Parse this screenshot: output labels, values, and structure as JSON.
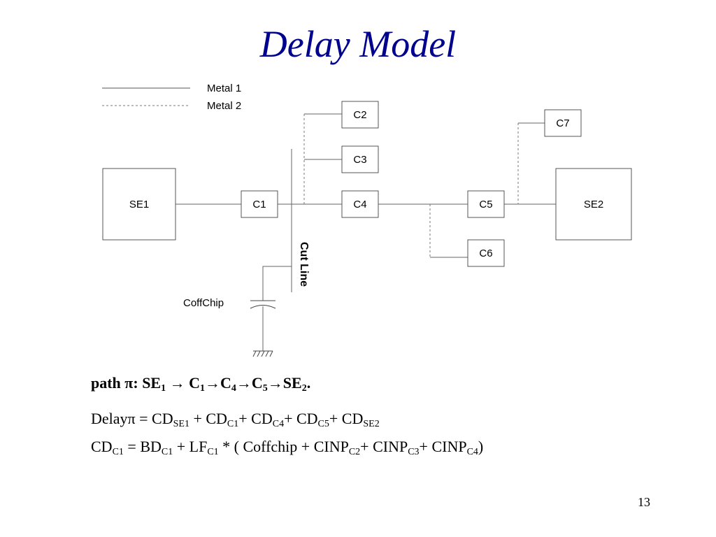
{
  "title": "Delay Model",
  "legend": {
    "metal1": "Metal 1",
    "metal2": "Metal 2"
  },
  "blocks": {
    "se1": "SE1",
    "se2": "SE2",
    "c1": "C1",
    "c2": "C2",
    "c3": "C3",
    "c4": "C4",
    "c5": "C5",
    "c6": "C6",
    "c7": "C7"
  },
  "cut_line_label": "Cut Line",
  "coffchip_label": "CoffChip",
  "path": {
    "prefix": "path π: ",
    "se": "SE",
    "se_sub1": "1",
    "arrow": " → ",
    "c": "C",
    "c_sub1": "1",
    "arrow2": "→",
    "c4": "C",
    "c_sub4": "4",
    "arrow3": "→",
    "c5": "C",
    "c_sub5": "5",
    "arrow4": "→",
    "se2": "SE",
    "se_sub2": "2",
    "end": "."
  },
  "delay_eq": {
    "lhs": "Delayπ = CD",
    "s1": "SE1",
    "p1": " + CD",
    "s2": "C1",
    "p2": "+ CD",
    "s3": "C4",
    "p3": "+ CD",
    "s4": "C5",
    "p4": "+ CD",
    "s5": "SE2"
  },
  "cd_eq": {
    "a": "CD",
    "a_sub": "C1",
    "b": " = BD",
    "b_sub": "C1",
    "c": " + LF",
    "c_sub": "C1",
    "d": " * ( Coffchip + CINP",
    "d_sub": "C2",
    "e": "+ CINP",
    "e_sub": "C3",
    "f": "+ CINP",
    "f_sub": "C4",
    "g": ")"
  },
  "page_number": "13"
}
